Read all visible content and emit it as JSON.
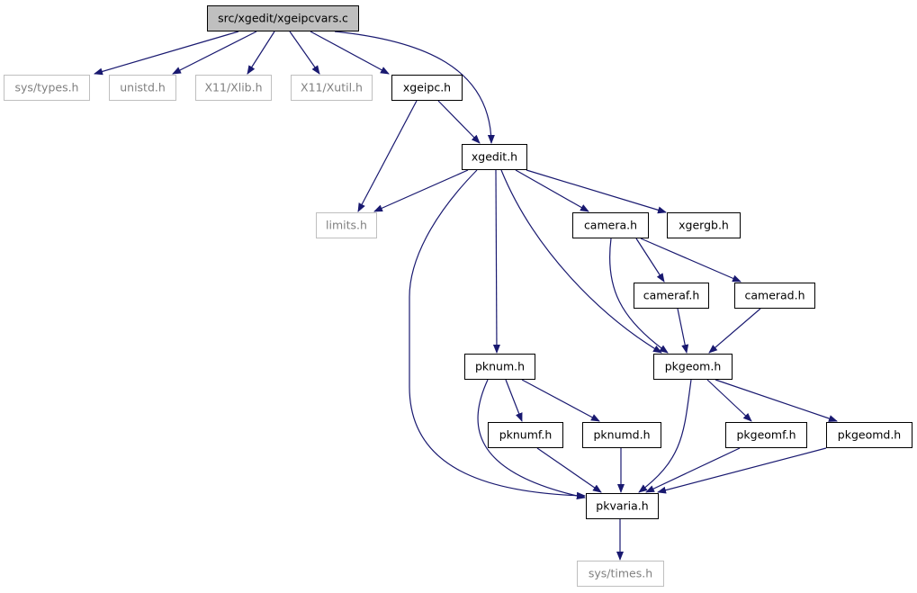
{
  "colors": {
    "edge": "#191970",
    "root_fill": "#bfbfbf",
    "node_border": "#000000",
    "missing_border": "#bfbfbf",
    "missing_text": "#808080",
    "text": "#000000"
  },
  "nodes": [
    {
      "id": "root",
      "label": "src/xgedit/xgeipcvars.c",
      "kind": "root"
    },
    {
      "id": "sys_types",
      "label": "sys/types.h",
      "kind": "missing"
    },
    {
      "id": "unistd",
      "label": "unistd.h",
      "kind": "missing"
    },
    {
      "id": "xlib",
      "label": "X11/Xlib.h",
      "kind": "missing"
    },
    {
      "id": "xutil",
      "label": "X11/Xutil.h",
      "kind": "missing"
    },
    {
      "id": "xgeipc",
      "label": "xgeipc.h",
      "kind": "normal"
    },
    {
      "id": "xgedit",
      "label": "xgedit.h",
      "kind": "normal"
    },
    {
      "id": "limits",
      "label": "limits.h",
      "kind": "missing"
    },
    {
      "id": "camera",
      "label": "camera.h",
      "kind": "normal"
    },
    {
      "id": "xgergb",
      "label": "xgergb.h",
      "kind": "normal"
    },
    {
      "id": "cameraf",
      "label": "cameraf.h",
      "kind": "normal"
    },
    {
      "id": "camerad",
      "label": "camerad.h",
      "kind": "normal"
    },
    {
      "id": "pknum",
      "label": "pknum.h",
      "kind": "normal"
    },
    {
      "id": "pkgeom",
      "label": "pkgeom.h",
      "kind": "normal"
    },
    {
      "id": "pknumf",
      "label": "pknumf.h",
      "kind": "normal"
    },
    {
      "id": "pknumd",
      "label": "pknumd.h",
      "kind": "normal"
    },
    {
      "id": "pkgeomf",
      "label": "pkgeomf.h",
      "kind": "normal"
    },
    {
      "id": "pkgeomd",
      "label": "pkgeomd.h",
      "kind": "normal"
    },
    {
      "id": "pkvaria",
      "label": "pkvaria.h",
      "kind": "normal"
    },
    {
      "id": "sys_times",
      "label": "sys/times.h",
      "kind": "missing"
    }
  ],
  "edges": [
    {
      "from": "root",
      "to": "sys_types"
    },
    {
      "from": "root",
      "to": "unistd"
    },
    {
      "from": "root",
      "to": "xlib"
    },
    {
      "from": "root",
      "to": "xutil"
    },
    {
      "from": "root",
      "to": "xgeipc"
    },
    {
      "from": "root",
      "to": "xgedit"
    },
    {
      "from": "xgeipc",
      "to": "xgedit"
    },
    {
      "from": "xgeipc",
      "to": "limits"
    },
    {
      "from": "xgedit",
      "to": "limits"
    },
    {
      "from": "xgedit",
      "to": "camera"
    },
    {
      "from": "xgedit",
      "to": "xgergb"
    },
    {
      "from": "xgedit",
      "to": "pknum"
    },
    {
      "from": "xgedit",
      "to": "pkgeom"
    },
    {
      "from": "xgedit",
      "to": "pkvaria"
    },
    {
      "from": "camera",
      "to": "cameraf"
    },
    {
      "from": "camera",
      "to": "camerad"
    },
    {
      "from": "camera",
      "to": "pkgeom"
    },
    {
      "from": "cameraf",
      "to": "pkgeom"
    },
    {
      "from": "camerad",
      "to": "pkgeom"
    },
    {
      "from": "pknum",
      "to": "pknumf"
    },
    {
      "from": "pknum",
      "to": "pknumd"
    },
    {
      "from": "pknum",
      "to": "pkvaria"
    },
    {
      "from": "pknumf",
      "to": "pkvaria"
    },
    {
      "from": "pknumd",
      "to": "pkvaria"
    },
    {
      "from": "pkgeom",
      "to": "pkgeomf"
    },
    {
      "from": "pkgeom",
      "to": "pkgeomd"
    },
    {
      "from": "pkgeom",
      "to": "pkvaria"
    },
    {
      "from": "pkgeomf",
      "to": "pkvaria"
    },
    {
      "from": "pkgeomd",
      "to": "pkvaria"
    },
    {
      "from": "pkvaria",
      "to": "sys_times"
    }
  ]
}
